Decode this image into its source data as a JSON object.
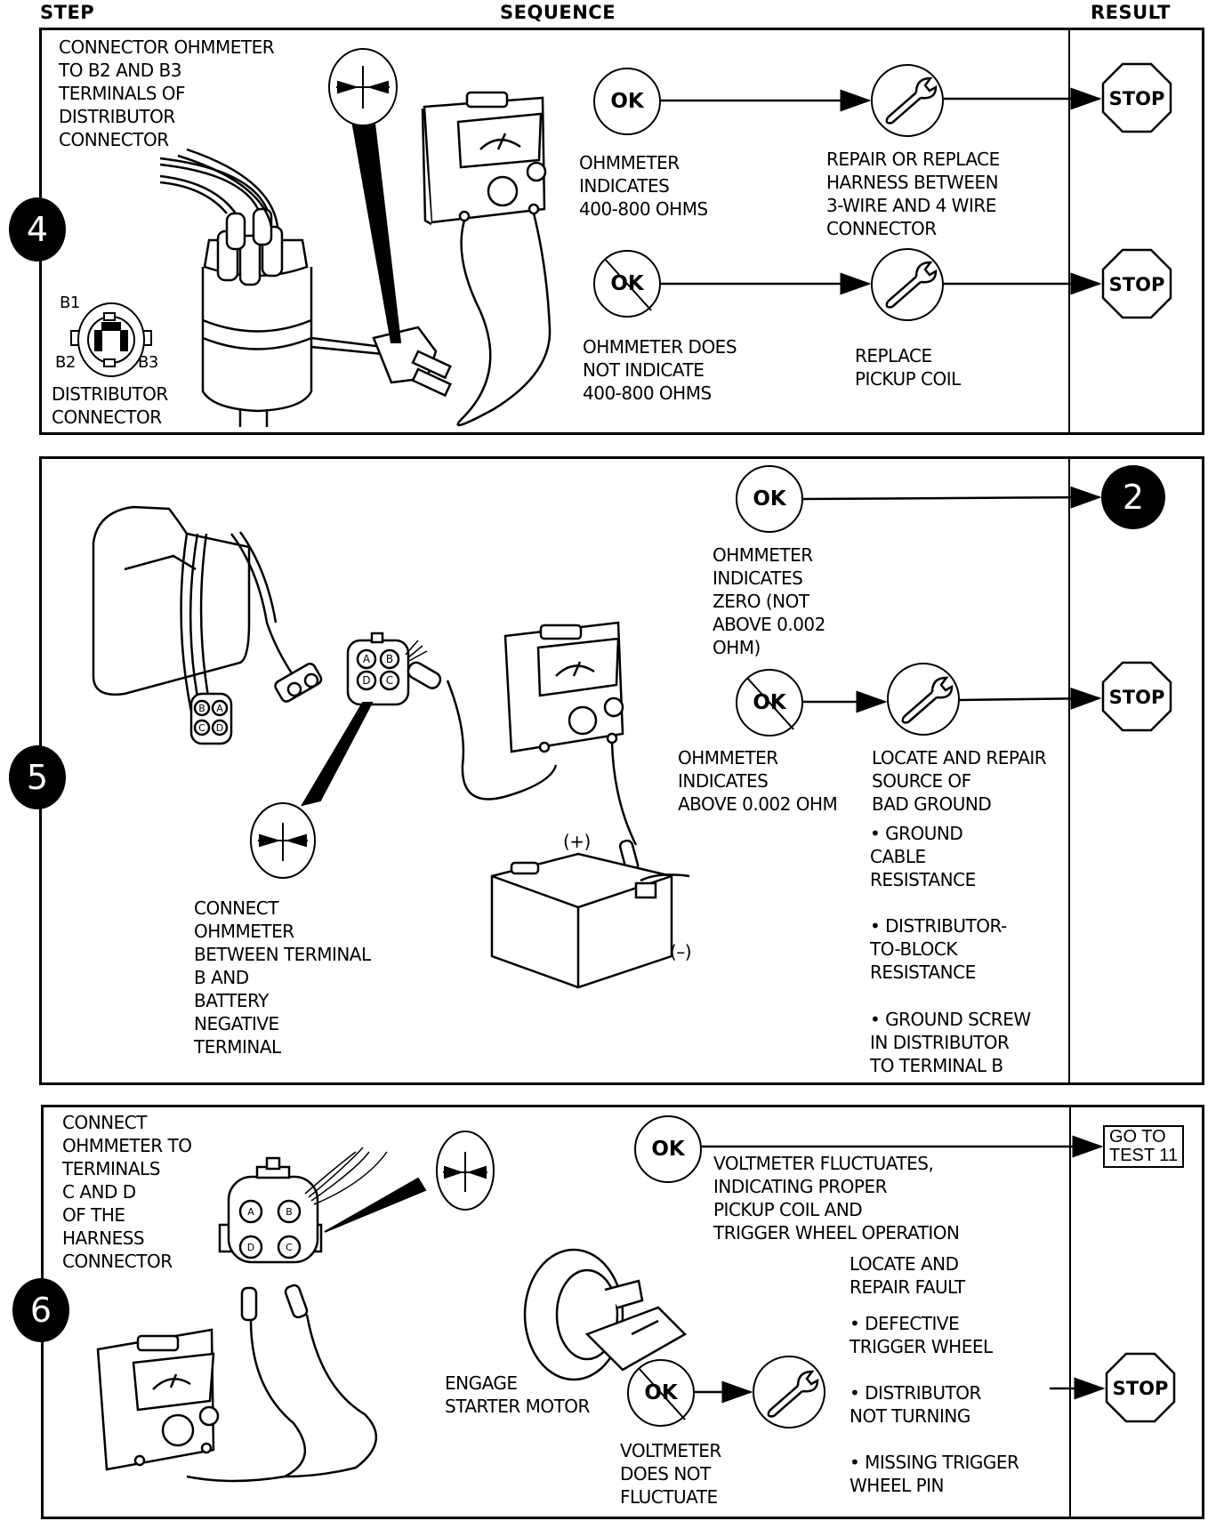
{
  "headers": {
    "step": "STEP",
    "sequence": "SEQUENCE",
    "result": "RESULT"
  },
  "steps": [
    {
      "number": "4",
      "instruction": "CONNECTOR OHMMETER\nTO B2 AND B3\nTERMINALS OF\nDISTRIBUTOR\nCONNECTOR",
      "connector_label": "DISTRIBUTOR\nCONNECTOR",
      "pin_labels": [
        "B1",
        "B2",
        "B3"
      ],
      "outcomes": [
        {
          "badge": "OK",
          "condition": "OHMMETER\nINDICATES\n400-800 OHMS",
          "action": "REPAIR OR REPLACE\nHARNESS BETWEEN\n3-WIRE AND 4 WIRE\nCONNECTOR",
          "result": "STOP"
        },
        {
          "badge": "OK",
          "negated": true,
          "condition": "OHMMETER DOES\nNOT INDICATE\n400-800 OHMS",
          "action": "REPLACE\nPICKUP COIL",
          "result": "STOP"
        }
      ]
    },
    {
      "number": "5",
      "instruction": "CONNECT\nOHMMETER\nBETWEEN TERMINAL\nB AND\nBATTERY\nNEGATIVE\nTERMINAL",
      "terminal_labels": [
        "A",
        "B",
        "D",
        "C"
      ],
      "module_terminal_labels": [
        "B",
        "A",
        "C",
        "D"
      ],
      "battery_labels": {
        "positive": "(+)",
        "negative": "(–)"
      },
      "outcomes": [
        {
          "badge": "OK",
          "condition": "OHMMETER\nINDICATES\nZERO (NOT\nABOVE 0.002\nOHM)",
          "result": "2"
        },
        {
          "badge": "OK",
          "negated": true,
          "condition": "OHMMETER\nINDICATES\nABOVE 0.002 OHM",
          "action": "LOCATE AND REPAIR\nSOURCE OF\nBAD GROUND",
          "causes": [
            "GROUND\nCABLE\nRESISTANCE",
            "DISTRIBUTOR-\nTO-BLOCK\nRESISTANCE",
            "GROUND SCREW\nIN DISTRIBUTOR\nTO TERMINAL B"
          ],
          "result": "STOP"
        }
      ]
    },
    {
      "number": "6",
      "instruction": "CONNECT\nOHMMETER TO\nTERMINALS\nC AND D\nOF THE\nHARNESS\nCONNECTOR",
      "terminal_labels": [
        "A",
        "B",
        "D",
        "C"
      ],
      "sub_instruction": "ENGAGE\nSTARTER MOTOR",
      "outcomes": [
        {
          "badge": "OK",
          "condition": "VOLTMETER FLUCTUATES,\nINDICATING PROPER\nPICKUP COIL AND\nTRIGGER WHEEL OPERATION",
          "result": "GO TO\nTEST 11"
        },
        {
          "badge": "OK",
          "negated": true,
          "condition": "VOLTMETER\nDOES NOT\nFLUCTUATE",
          "action": "LOCATE AND\nREPAIR FAULT",
          "causes": [
            "DEFECTIVE\nTRIGGER WHEEL",
            "DISTRIBUTOR\nNOT TURNING",
            "MISSING TRIGGER\nWHEEL PIN"
          ],
          "result": "STOP"
        }
      ]
    }
  ],
  "icons": {
    "ok": "ok-circle-icon",
    "not_ok": "not-ok-circle-icon",
    "repair": "wrench-icon",
    "stop": "stop-sign-icon",
    "connect": "ohmmeter-probe-icon"
  }
}
